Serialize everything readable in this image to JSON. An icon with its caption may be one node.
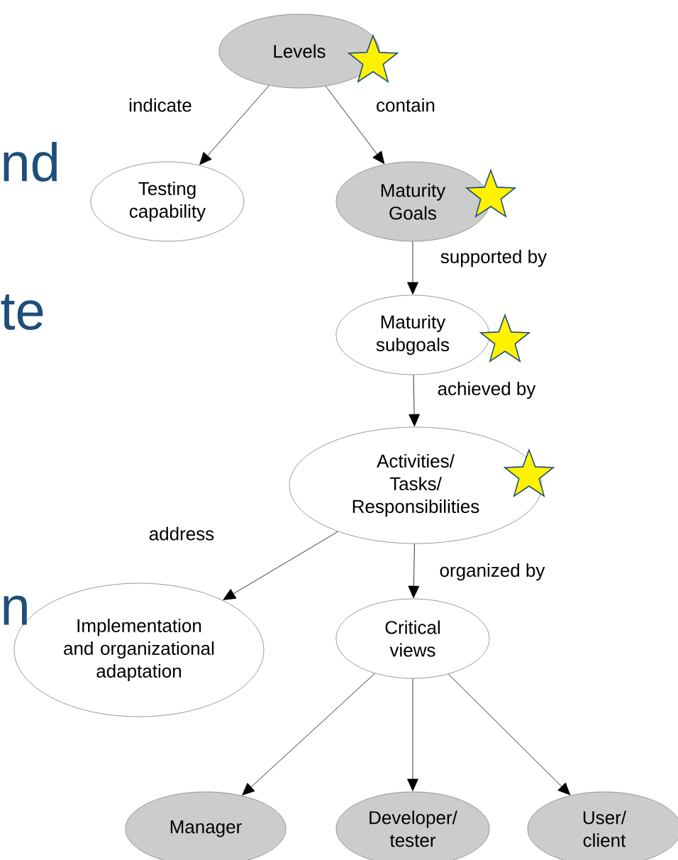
{
  "diagram": {
    "nodes": [
      {
        "text": [
          "Levels"
        ]
      },
      {
        "text": [
          "Testing capability"
        ]
      },
      {
        "text": [
          "Maturity Goals"
        ]
      },
      {
        "text": [
          "Maturity subgoals"
        ]
      },
      {
        "text": [
          "Activities/ Tasks/ Responsibilities"
        ]
      },
      {
        "text": [
          "Implementation and organizational adaptation"
        ]
      },
      {
        "text": [
          "Critical views"
        ]
      },
      {
        "text": [
          "Manager"
        ]
      },
      {
        "text": [
          "Developer/ tester"
        ]
      },
      {
        "text": [
          "User/ client"
        ]
      }
    ],
    "edges": [
      {
        "from": 0,
        "to": 1,
        "arrow": "to",
        "label": "indicate"
      },
      {
        "from": 0,
        "to": 2,
        "arrow": "to",
        "label": "contain"
      },
      {
        "from": 2,
        "to": 3,
        "arrow": "to",
        "label": "supported by"
      },
      {
        "from": 3,
        "to": 4,
        "arrow": "to",
        "label": "achieved by"
      },
      {
        "from": 4,
        "to": 5,
        "arrow": "to",
        "label": "address"
      },
      {
        "from": 4,
        "to": 6,
        "arrow": "to",
        "label": "organized by"
      },
      {
        "from": 6,
        "to": 7,
        "arrow": "to"
      },
      {
        "from": 6,
        "to": 8,
        "arrow": "to"
      },
      {
        "from": 6,
        "to": 9,
        "arrow": "to"
      }
    ],
    "labels": [
      "nd",
      "te",
      "n"
    ]
  }
}
